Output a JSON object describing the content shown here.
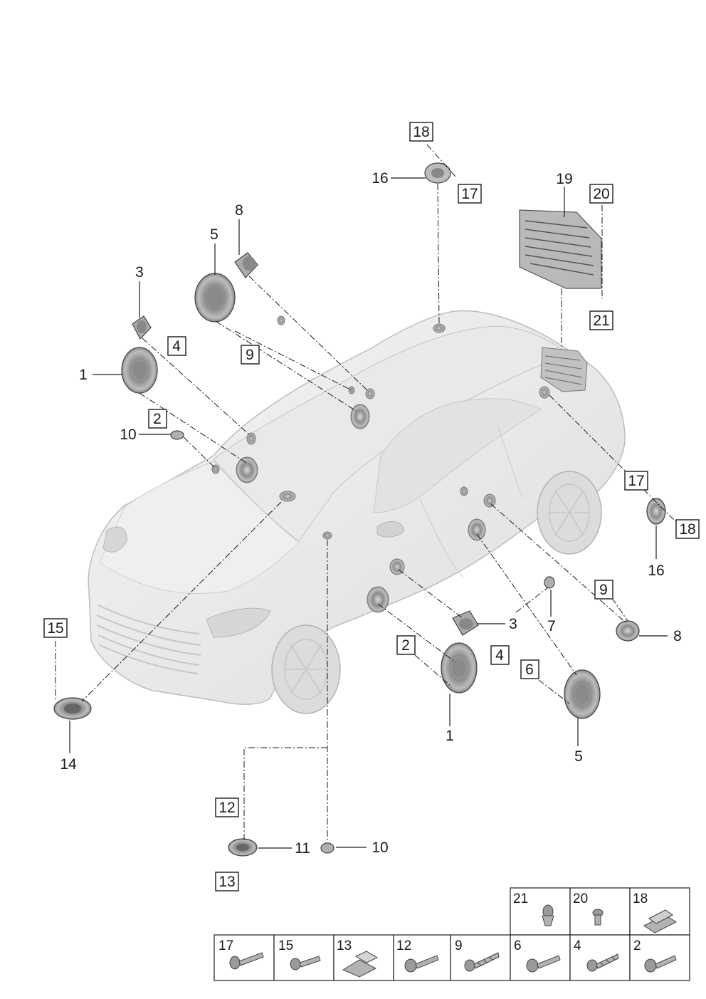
{
  "callouts": [
    {
      "id": "c18-top",
      "text": "18",
      "boxed": true
    },
    {
      "id": "c16-top",
      "text": "16",
      "boxed": false
    },
    {
      "id": "c17-top",
      "text": "17",
      "boxed": true
    },
    {
      "id": "c19",
      "text": "19",
      "boxed": false
    },
    {
      "id": "c20",
      "text": "20",
      "boxed": true
    },
    {
      "id": "c21",
      "text": "21",
      "boxed": true
    },
    {
      "id": "c8-top",
      "text": "8",
      "boxed": false
    },
    {
      "id": "c5-top",
      "text": "5",
      "boxed": false
    },
    {
      "id": "c9-top",
      "text": "9",
      "boxed": true
    },
    {
      "id": "c3-top",
      "text": "3",
      "boxed": false
    },
    {
      "id": "c4-top",
      "text": "4",
      "boxed": true
    },
    {
      "id": "c1-top",
      "text": "1",
      "boxed": false
    },
    {
      "id": "c2-top",
      "text": "2",
      "boxed": true
    },
    {
      "id": "c10-top",
      "text": "10",
      "boxed": false
    },
    {
      "id": "c17-right",
      "text": "17",
      "boxed": true
    },
    {
      "id": "c18-right",
      "text": "18",
      "boxed": true
    },
    {
      "id": "c16-right",
      "text": "16",
      "boxed": false
    },
    {
      "id": "c9-right",
      "text": "9",
      "boxed": true
    },
    {
      "id": "c7",
      "text": "7",
      "boxed": false
    },
    {
      "id": "c3-right",
      "text": "3",
      "boxed": false
    },
    {
      "id": "c8-right",
      "text": "8",
      "boxed": false
    },
    {
      "id": "c4-right",
      "text": "4",
      "boxed": true
    },
    {
      "id": "c2-right",
      "text": "2",
      "boxed": true
    },
    {
      "id": "c6",
      "text": "6",
      "boxed": true
    },
    {
      "id": "c1-bottom",
      "text": "1",
      "boxed": false
    },
    {
      "id": "c5-bottom",
      "text": "5",
      "boxed": false
    },
    {
      "id": "c15",
      "text": "15",
      "boxed": true
    },
    {
      "id": "c14",
      "text": "14",
      "boxed": false
    },
    {
      "id": "c12",
      "text": "12",
      "boxed": true
    },
    {
      "id": "c13",
      "text": "13",
      "boxed": true
    },
    {
      "id": "c11",
      "text": "11",
      "boxed": false
    },
    {
      "id": "c10-bottom",
      "text": "10",
      "boxed": false
    }
  ],
  "legend": {
    "top_row": [
      "21",
      "20",
      "18"
    ],
    "bottom_row": [
      "17",
      "15",
      "13",
      "12",
      "9",
      "6",
      "4",
      "2"
    ]
  }
}
